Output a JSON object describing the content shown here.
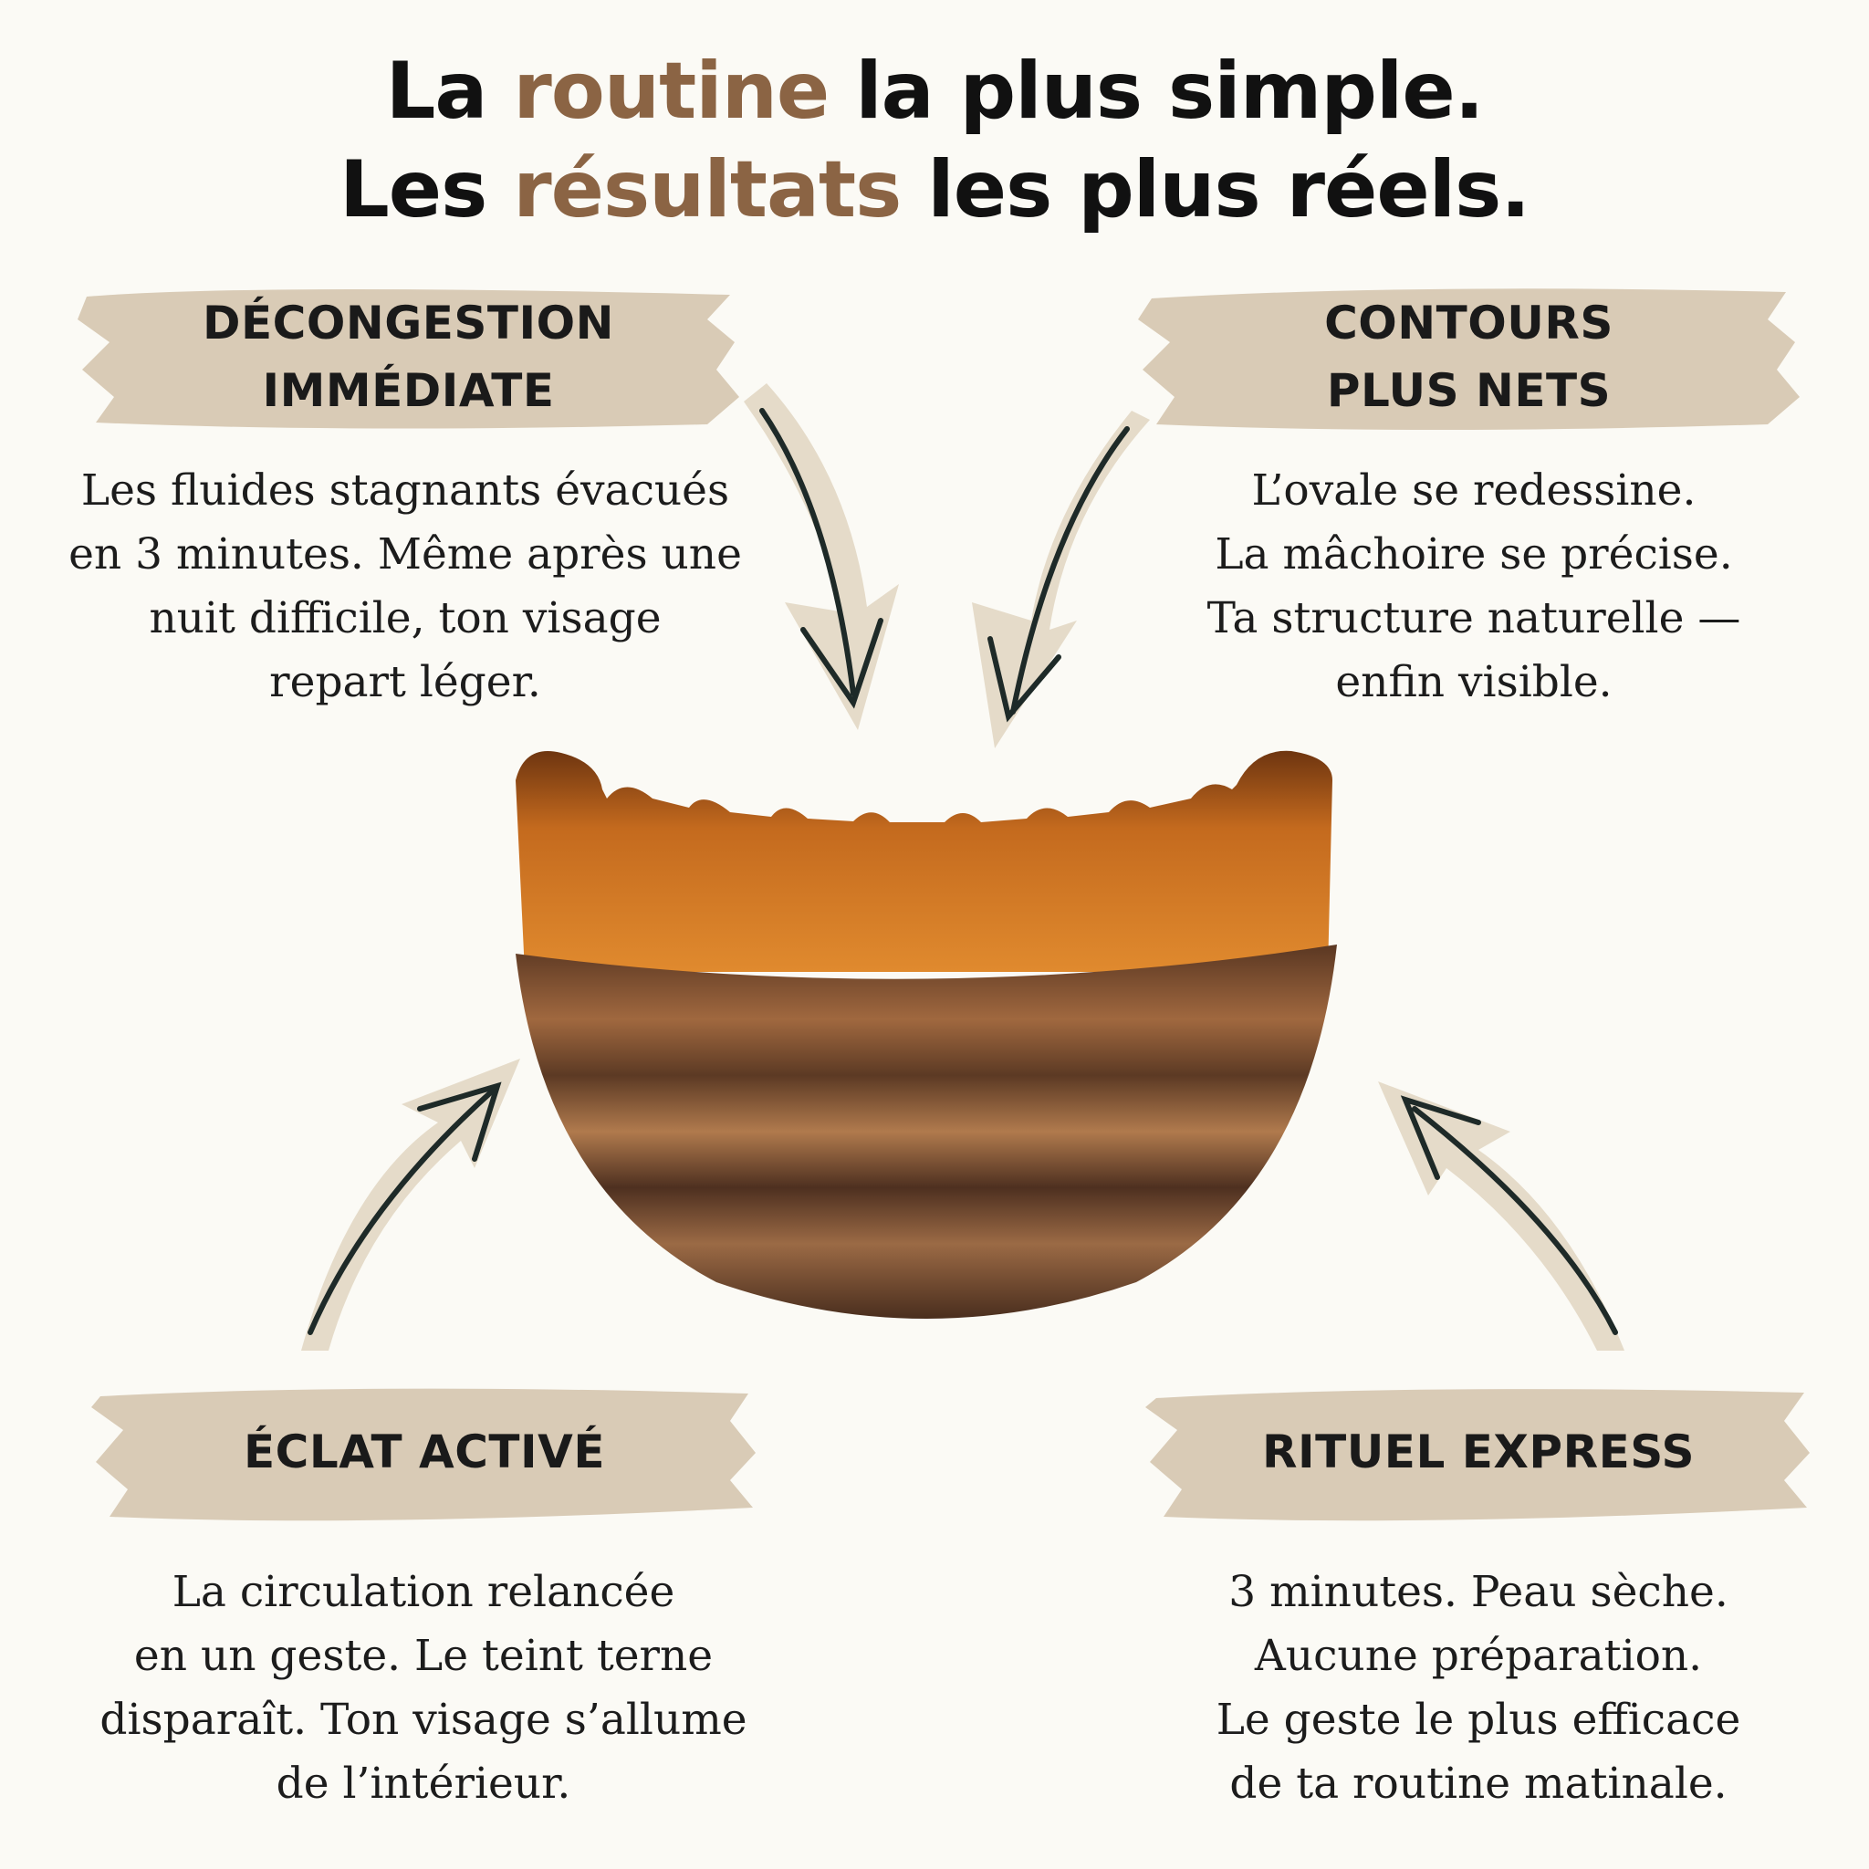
{
  "headline": {
    "line1": {
      "pre": "La ",
      "accent": "routine",
      "post": " la plus simple."
    },
    "line2": {
      "pre": "Les ",
      "accent": "résultats",
      "post": " les plus réels."
    }
  },
  "colors": {
    "accent": "#8b6444",
    "banner": "#d9cbb6",
    "background": "#fbfaf5",
    "text": "#111111"
  },
  "benefits": [
    {
      "title_lines": [
        "DÉCONGESTION",
        "IMMÉDIATE"
      ],
      "body_lines": [
        "Les fluides stagnants évacués",
        "en 3 minutes. Même après une",
        "nuit difficile, ton visage",
        "repart léger."
      ]
    },
    {
      "title_lines": [
        "CONTOURS",
        "PLUS NETS"
      ],
      "body_lines": [
        "L’ovale se redessine.",
        "La mâchoire se précise.",
        "Ta structure naturelle —",
        "enfin visible."
      ]
    },
    {
      "title_lines": [
        "ÉCLAT ACTIVÉ"
      ],
      "body_lines": [
        "La circulation relancée",
        "en un geste. Le teint terne",
        "disparaît. Ton visage s’allume",
        "de l’intérieur."
      ]
    },
    {
      "title_lines": [
        "RITUEL EXPRESS"
      ],
      "body_lines": [
        "3 minutes. Peau sèche.",
        "Aucune préparation.",
        "Le geste le plus efficace",
        "de ta routine matinale."
      ]
    }
  ]
}
